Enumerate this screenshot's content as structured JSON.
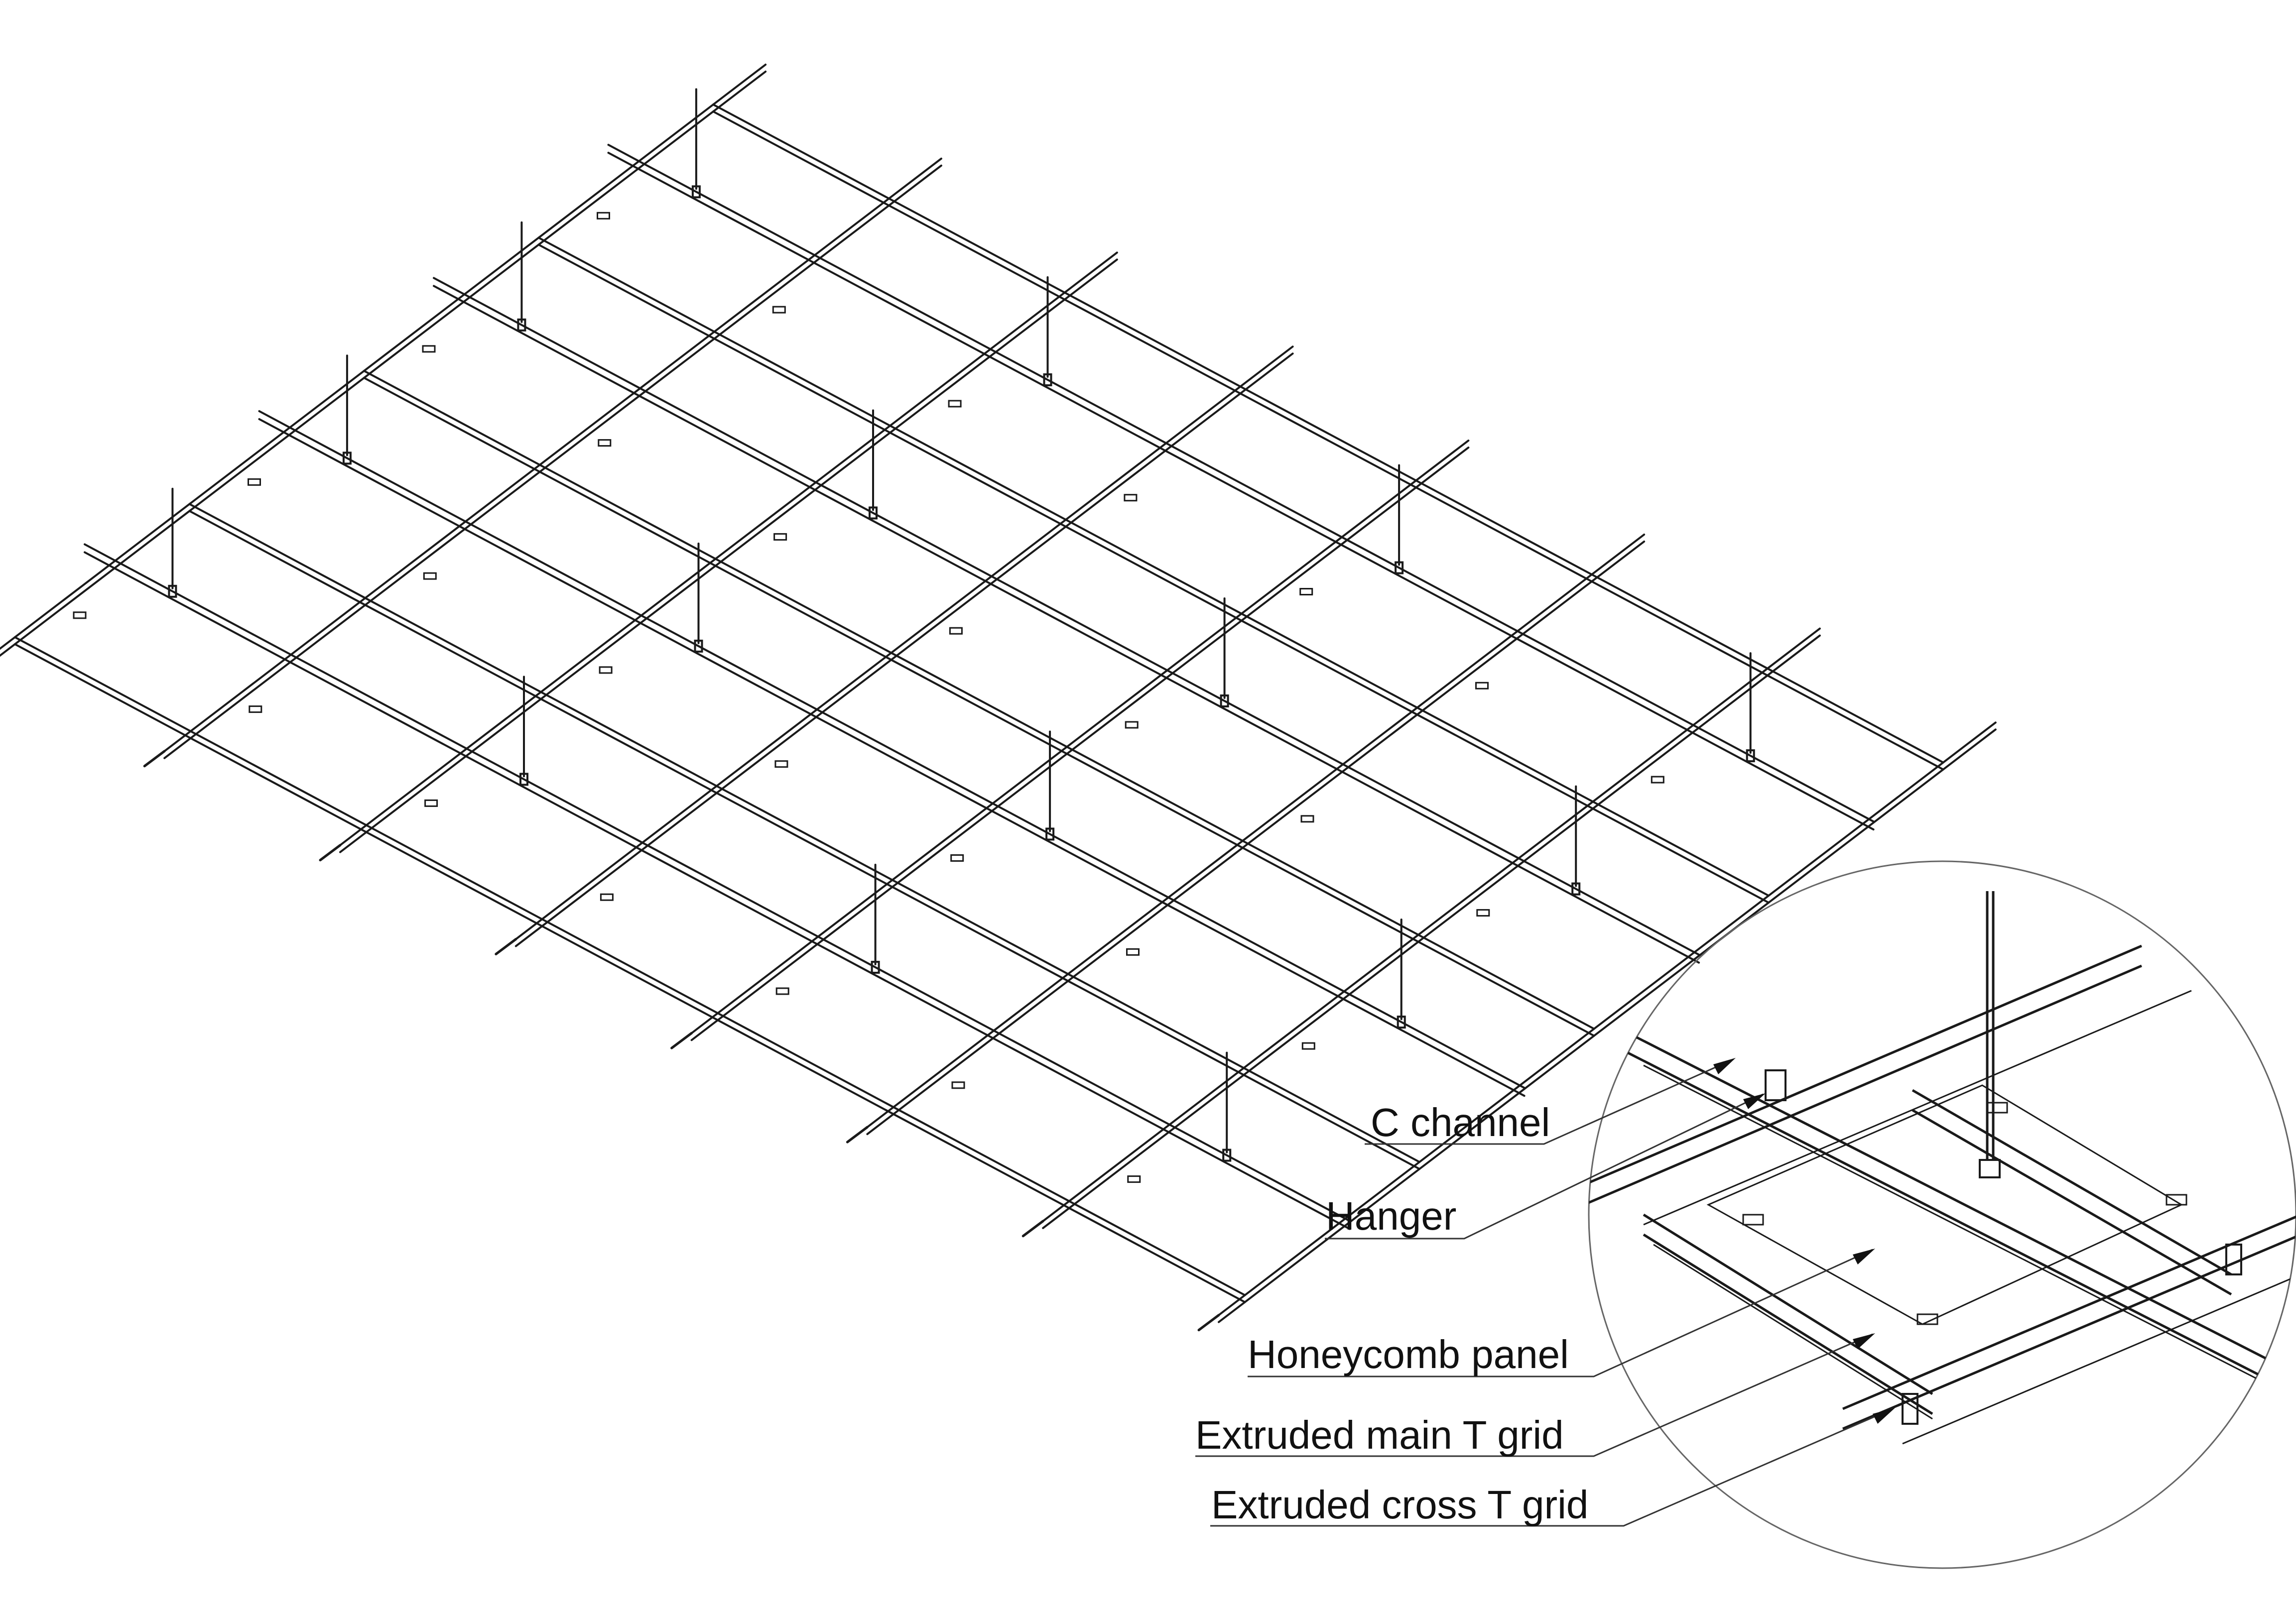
{
  "labels": {
    "c_channel": "C channel",
    "hanger": "Hanger",
    "honeycomb_panel": "Honeycomb panel",
    "main_t_grid": "Extruded main T grid",
    "cross_t_grid": "Extruded cross T grid"
  },
  "colors": {
    "line": "#1a1a1a",
    "background": "#ffffff"
  }
}
